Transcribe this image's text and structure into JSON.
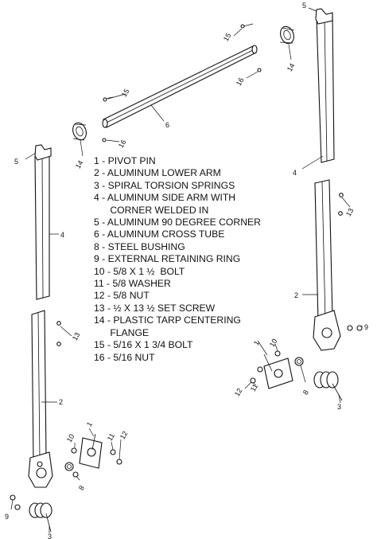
{
  "legend": [
    {
      "number": "1",
      "description": "PIVOT PIN"
    },
    {
      "number": "2",
      "description": "ALUMINUM LOWER ARM"
    },
    {
      "number": "3",
      "description": "SPIRAL TORSION SPRINGS"
    },
    {
      "number": "4",
      "description": "ALUMINUM SIDE ARM WITH\nCORNER WELDED IN"
    },
    {
      "number": "5",
      "description": "ALUMINUM 90 DEGREE CORNER"
    },
    {
      "number": "6",
      "description": "ALUMINUM CROSS TUBE"
    },
    {
      "number": "8",
      "description": "STEEL BUSHING"
    },
    {
      "number": "9",
      "description": "EXTERNAL RETAINING RING"
    },
    {
      "number": "10",
      "description": "5/8 X 1 ½  BOLT"
    },
    {
      "number": "11",
      "description": "5/8 WASHER"
    },
    {
      "number": "12",
      "description": "5/8 NUT"
    },
    {
      "number": "13",
      "description": "½ X 13 ½ SET SCREW"
    },
    {
      "number": "14",
      "description": "PLASTIC TARP CENTERING\nFLANGE"
    },
    {
      "number": "15",
      "description": "5/16 X 1 3/4 BOLT"
    },
    {
      "number": "16",
      "description": "5/16 NUT"
    }
  ],
  "callouts": {
    "top_right_corner_5": "5",
    "top_right_bolt_15": "15",
    "top_right_flange_14": "14",
    "top_right_nut_16": "16",
    "top_right_arm_4": "4",
    "cross_tube_bolt_15": "15",
    "cross_tube_6": "6",
    "left_flange_14": "14",
    "left_nut_16": "16",
    "left_corner_5": "5",
    "left_arm_4": "4",
    "left_screw_13": "13",
    "left_lower_arm_2": "2",
    "left_pin_1": "1",
    "left_bolt_10": "10",
    "left_washer_11": "11",
    "left_nut_12": "12",
    "left_bushing_8": "8",
    "left_ring_9": "9",
    "left_spring_3": "3",
    "right_screw_13": "13",
    "right_lower_arm_2": "2",
    "right_pin_1": "1",
    "right_bolt_10": "10",
    "right_washer_11": "11",
    "right_nut_12": "12",
    "right_bushing_8": "8",
    "right_ring_9": "9",
    "right_spring_3": "3"
  }
}
